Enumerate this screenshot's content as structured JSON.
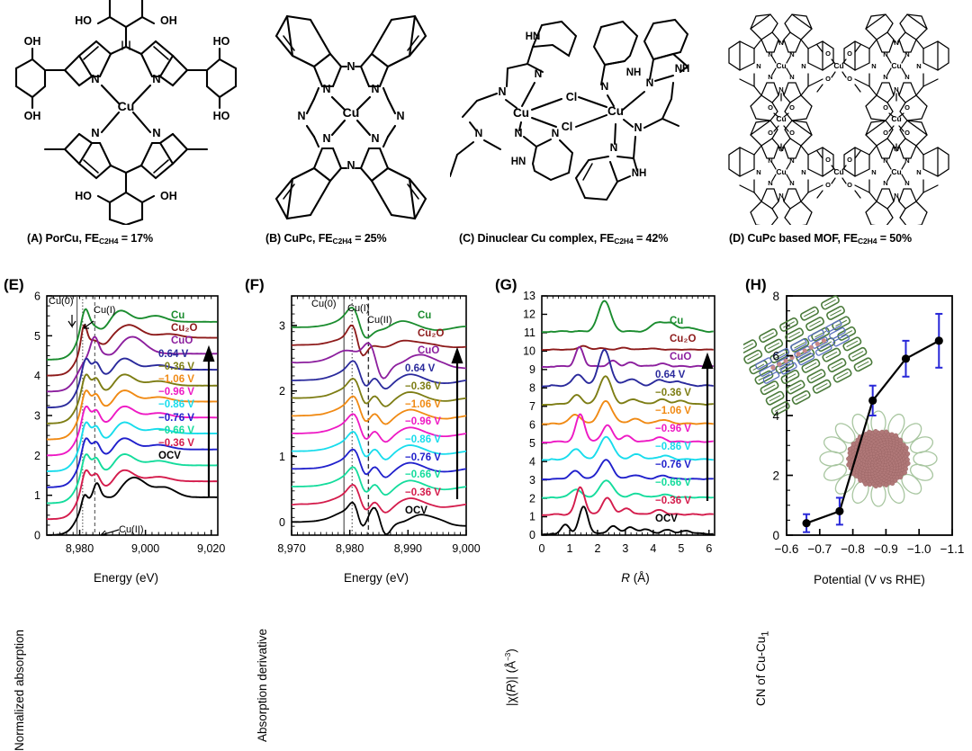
{
  "figure": {
    "structures": [
      {
        "tag": "(A)",
        "name": "PorCu",
        "fe_label": "FE",
        "fe_sub": "C2H4",
        "fe_value": "= 17%",
        "caption": "(A) PorCu, FE_C2H4 = 17%"
      },
      {
        "tag": "(B)",
        "name": "CuPc",
        "fe_label": "FE",
        "fe_sub": "C2H4",
        "fe_value": "= 25%",
        "caption": "(B) CuPc, FE_C2H4 = 25%"
      },
      {
        "tag": "(C)",
        "name": "Dinuclear Cu complex",
        "fe_label": "FE",
        "fe_sub": "C2H4",
        "fe_value": "= 42%",
        "caption": "(C) Dinuclear Cu complex, FE_C2H4 = 42%"
      },
      {
        "tag": "(D)",
        "name": "CuPc based MOF",
        "fe_label": "FE",
        "fe_sub": "C2H4",
        "fe_value": "= 50%",
        "caption": "(D) CuPc based MOF, FE_C2H4 = 50%"
      }
    ],
    "atom_labels": {
      "cu": "Cu",
      "n": "N",
      "oh": "OH",
      "ho": "HO",
      "cl": "Cl",
      "nh": "NH",
      "hn": "HN",
      "o": "O"
    }
  },
  "series_colors": {
    "Cu": "#1a8c2e",
    "Cu2O": "#8d1a1a",
    "CuO": "#8c1f9e",
    "0.64 V": "#2a2a9c",
    "-0.36 V top": "#7d7d14",
    "-1.06 V": "#f08a14",
    "-0.96 V": "#ee19c4",
    "-0.86 V": "#18dcec",
    "-0.76 V": "#2020cc",
    "-0.66 V": "#14dc9c",
    "-0.36 V": "#d41c4c",
    "OCV": "#000000"
  },
  "chart_data": [
    {
      "panel": "E",
      "type": "line",
      "title": "",
      "xlabel": "Energy (eV)",
      "ylabel": "Normalized absorption",
      "xlim": [
        8970,
        9022
      ],
      "ylim": [
        0,
        6
      ],
      "xticks": [
        8980,
        9000,
        9020
      ],
      "xticklabels": [
        "8,980",
        "9,000",
        "9,020"
      ],
      "yticks": [
        0,
        1,
        2,
        3,
        4,
        5,
        6
      ],
      "yticklabels": [
        "0",
        "1",
        "2",
        "3",
        "4",
        "5",
        "6"
      ],
      "annotations": [
        {
          "text": "Cu(0)",
          "x": 8979.2,
          "type": "vline-solid"
        },
        {
          "text": "Cu(I)",
          "x": 8981.0,
          "type": "vline-dotted"
        },
        {
          "text": "",
          "x": 8984.5,
          "type": "vline-dashed"
        },
        {
          "text": "Cu(II)",
          "x": 8985.0,
          "type": "arrow"
        }
      ],
      "offset_step": 0.4,
      "series": [
        {
          "name": "Cu",
          "color": "#1a8c2e",
          "offset": 4.4,
          "label": "Cu"
        },
        {
          "name": "Cu2O",
          "color": "#8d1a1a",
          "offset": 4.0,
          "label": "Cu₂O"
        },
        {
          "name": "CuO",
          "color": "#8c1f9e",
          "offset": 3.6,
          "label": "CuO"
        },
        {
          "name": "0.64 V",
          "color": "#2a2a9c",
          "offset": 3.2,
          "label": "0.64 V"
        },
        {
          "name": "-0.36 V b",
          "color": "#7d7d14",
          "offset": 2.8,
          "label": "−0.36 V"
        },
        {
          "name": "-1.06 V",
          "color": "#f08a14",
          "offset": 2.4,
          "label": "−1.06 V"
        },
        {
          "name": "-0.96 V",
          "color": "#ee19c4",
          "offset": 2.0,
          "label": "−0.96 V"
        },
        {
          "name": "-0.86 V",
          "color": "#18dcec",
          "offset": 1.6,
          "label": "−0.86 V"
        },
        {
          "name": "-0.76 V",
          "color": "#2020cc",
          "offset": 1.2,
          "label": "−0.76 V"
        },
        {
          "name": "-0.66 V",
          "color": "#14dc9c",
          "offset": 0.8,
          "label": "−0.66 V"
        },
        {
          "name": "-0.36 V",
          "color": "#d41c4c",
          "offset": 0.4,
          "label": "−0.36 V"
        },
        {
          "name": "OCV",
          "color": "#000000",
          "offset": 0.0,
          "label": "OCV"
        }
      ]
    },
    {
      "panel": "F",
      "type": "line",
      "xlabel": "Energy (eV)",
      "ylabel": "Absorption derivative",
      "xlim": [
        8970,
        9000
      ],
      "ylim": [
        -0.2,
        3.45
      ],
      "xticks": [
        8970,
        8980,
        8990,
        9000
      ],
      "xticklabels": [
        "8,970",
        "8,980",
        "8,990",
        "9,000"
      ],
      "yticks": [
        0,
        1,
        2,
        3
      ],
      "yticklabels": [
        "0",
        "1",
        "2",
        "3"
      ],
      "annotations": [
        {
          "text": "Cu(0)",
          "x": 8979.0,
          "type": "vline-solid"
        },
        {
          "text": "Cu(I)",
          "x": 8980.3,
          "type": "vline-dotted"
        },
        {
          "text": "Cu(II)",
          "x": 8983.2,
          "type": "vline-dashed"
        }
      ],
      "offset_step": 0.27,
      "series": [
        {
          "name": "Cu",
          "color": "#1a8c2e",
          "offset": 2.97,
          "label": "Cu"
        },
        {
          "name": "Cu2O",
          "color": "#8d1a1a",
          "offset": 2.7,
          "label": "Cu₂O"
        },
        {
          "name": "CuO",
          "color": "#8c1f9e",
          "offset": 2.43,
          "label": "CuO"
        },
        {
          "name": "0.64 V",
          "color": "#2a2a9c",
          "offset": 2.16,
          "label": "0.64 V"
        },
        {
          "name": "-0.36 V b",
          "color": "#7d7d14",
          "offset": 1.89,
          "label": "−0.36 V"
        },
        {
          "name": "-1.06 V",
          "color": "#f08a14",
          "offset": 1.62,
          "label": "−1.06 V"
        },
        {
          "name": "-0.96 V",
          "color": "#ee19c4",
          "offset": 1.35,
          "label": "−0.96 V"
        },
        {
          "name": "-0.86 V",
          "color": "#18dcec",
          "offset": 1.08,
          "label": "−0.86 V"
        },
        {
          "name": "-0.76 V",
          "color": "#2020cc",
          "offset": 0.81,
          "label": "−0.76 V"
        },
        {
          "name": "-0.66 V",
          "color": "#14dc9c",
          "offset": 0.54,
          "label": "−0.66 V"
        },
        {
          "name": "-0.36 V",
          "color": "#d41c4c",
          "offset": 0.27,
          "label": "−0.36 V"
        },
        {
          "name": "OCV",
          "color": "#000000",
          "offset": 0.0,
          "label": "OCV"
        }
      ]
    },
    {
      "panel": "G",
      "type": "line",
      "xlabel": "R (Å)",
      "ylabel": "|χ(R)| (Å⁻³)",
      "xlim": [
        0,
        6.2
      ],
      "ylim": [
        0,
        13
      ],
      "xticks": [
        0,
        1,
        2,
        3,
        4,
        5,
        6
      ],
      "xticklabels": [
        "0",
        "1",
        "2",
        "3",
        "4",
        "5",
        "6"
      ],
      "yticks": [
        0,
        1,
        2,
        3,
        4,
        5,
        6,
        7,
        8,
        9,
        10,
        11,
        12,
        13
      ],
      "yticklabels": [
        "0",
        "1",
        "2",
        "3",
        "4",
        "5",
        "6",
        "7",
        "8",
        "9",
        "10",
        "11",
        "12",
        "13"
      ],
      "offset_step": 1.0,
      "series": [
        {
          "name": "Cu",
          "color": "#1a8c2e",
          "offset": 11.0,
          "label": "Cu"
        },
        {
          "name": "Cu2O",
          "color": "#8d1a1a",
          "offset": 10.05,
          "label": "Cu₂O"
        },
        {
          "name": "CuO",
          "color": "#8c1f9e",
          "offset": 9.1,
          "label": "CuO"
        },
        {
          "name": "0.64 V",
          "color": "#2a2a9c",
          "offset": 8.05,
          "label": "0.64 V"
        },
        {
          "name": "-0.36 V b",
          "color": "#7d7d14",
          "offset": 7.05,
          "label": "−0.36 V"
        },
        {
          "name": "-1.06 V",
          "color": "#f08a14",
          "offset": 6.0,
          "label": "−1.06 V"
        },
        {
          "name": "-0.96 V",
          "color": "#ee19c4",
          "offset": 5.0,
          "label": "−0.96 V"
        },
        {
          "name": "-0.86 V",
          "color": "#18dcec",
          "offset": 4.05,
          "label": "−0.86 V"
        },
        {
          "name": "-0.76 V",
          "color": "#2020cc",
          "offset": 3.0,
          "label": "−0.76 V"
        },
        {
          "name": "-0.66 V",
          "color": "#14dc9c",
          "offset": 2.0,
          "label": "−0.66 V"
        },
        {
          "name": "-0.36 V",
          "color": "#d41c4c",
          "offset": 1.05,
          "label": "−0.36 V"
        },
        {
          "name": "OCV",
          "color": "#000000",
          "offset": 0.0,
          "label": "OCV"
        }
      ]
    },
    {
      "panel": "H",
      "type": "scatter",
      "xlabel": "Potential (V vs RHE)",
      "ylabel": "CN of Cu-Cu₁",
      "xlim": [
        -0.6,
        -1.1
      ],
      "ylim": [
        0,
        8
      ],
      "xticks": [
        -0.6,
        -0.7,
        -0.8,
        -0.9,
        -1.0,
        -1.1
      ],
      "xticklabels": [
        "−0.6",
        "−0.7",
        "−0.8",
        "−0.9",
        "−1.0",
        "−1.1"
      ],
      "yticks": [
        0,
        2,
        4,
        6,
        8
      ],
      "yticklabels": [
        "0",
        "2",
        "4",
        "6",
        "8"
      ],
      "x": [
        -0.66,
        -0.76,
        -0.86,
        -0.96,
        -1.06
      ],
      "values": [
        0.4,
        0.8,
        4.5,
        5.9,
        6.5
      ],
      "yerr": [
        0.3,
        0.45,
        0.5,
        0.6,
        0.9
      ],
      "marker_color": "#000000",
      "errorbar_color": "#2828d8",
      "line_color": "#000000"
    }
  ],
  "panels": {
    "E": {
      "label": "(E)"
    },
    "F": {
      "label": "(F)"
    },
    "G": {
      "label": "(G)"
    },
    "H": {
      "label": "(H)"
    }
  }
}
